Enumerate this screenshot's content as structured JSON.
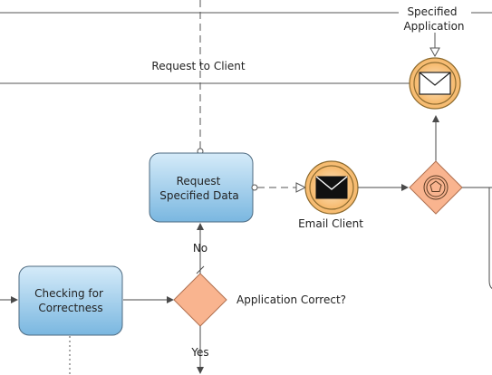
{
  "diagram": {
    "nodes": {
      "request_data": {
        "line1": "Request",
        "line2": "Specified Data"
      },
      "checking": {
        "line1": "Checking for",
        "line2": "Correctness"
      }
    },
    "labels": {
      "request_to_client": "Request to Client",
      "specified_application_line1": "Specified",
      "specified_application_line2": "Application",
      "email_client": "Email Client",
      "no": "No",
      "yes": "Yes",
      "application_correct": "Application Correct?"
    },
    "colors": {
      "task_fill_top": "#d5ebf9",
      "task_fill_bottom": "#7ab7e0",
      "task_stroke": "#4d6a80",
      "gateway_fill": "#f9b48f",
      "event_fill_outer": "#fdd9a8",
      "event_fill_inner": "#f6b86a",
      "event_stroke": "#8c6a2e",
      "line": "#4a4a4a"
    }
  }
}
